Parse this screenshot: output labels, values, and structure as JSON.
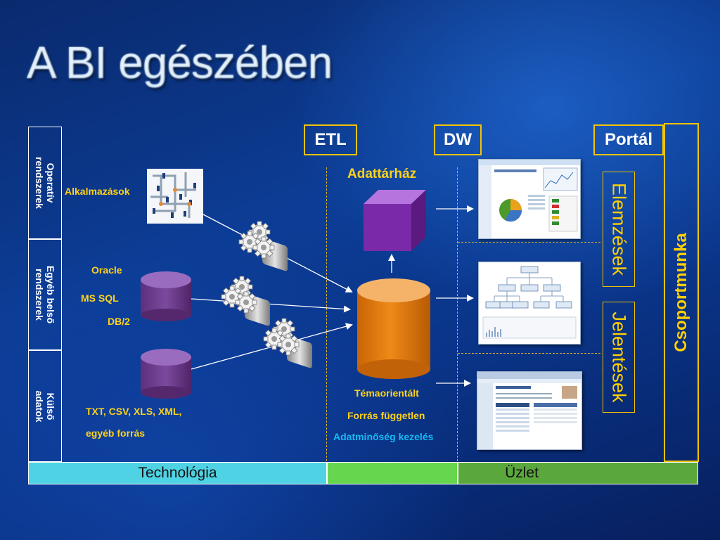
{
  "title": "A BI egészében",
  "left_column": [
    "Operatív rendszerek",
    "Egyéb belső rendszerek",
    "Külső adatok"
  ],
  "headers": {
    "etl": "ETL",
    "dw": "DW",
    "portal": "Portál"
  },
  "sources": {
    "apps": "Alkalmazások",
    "oracle": "Oracle",
    "mssql": "MS SQL",
    "db2": "DB/2",
    "files_1": "TXT, CSV, XLS, XML,",
    "files_2": "egyéb forrás"
  },
  "warehouse": {
    "title": "Adattárház",
    "prop_1": "Témaorientált",
    "prop_2": "Forrás független",
    "prop_3": "Adatminőség kezelés"
  },
  "portal_items": {
    "analysis": "Elemzések",
    "reports": "Jelentések",
    "collaboration": "Csoportmunka"
  },
  "bottom_bar": {
    "technology": "Technológia",
    "business": "Üzlet"
  },
  "colors": {
    "gold": "#f5c400",
    "label_yellow": "#ffd21a",
    "cyan": "#19b9f3",
    "cylinder_purple": "#6a3b8c",
    "cylinder_orange": "#e0780a",
    "cube_purple": "#7a2aa8",
    "technology_bar": "#4fd3e4",
    "business_bar_left": "#66d64e",
    "business_bar_right": "#5aa83c"
  },
  "icons": {
    "gears": "gears-icon",
    "database": "database-cylinder-icon",
    "cube": "data-cube-icon",
    "dashboard": "dashboard-screenshot",
    "tree": "hierarchy-screenshot",
    "report": "report-screenshot"
  }
}
